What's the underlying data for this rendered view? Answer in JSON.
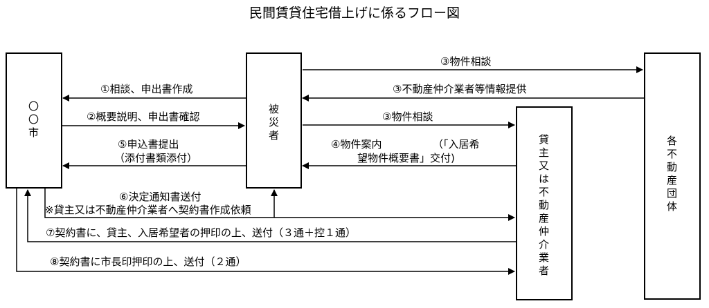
{
  "title": "民間賃貸住宅借上げに係るフロー図",
  "nodes": {
    "city": "〇〇市",
    "victim": "被災者",
    "landlord": "貸主又は不動産仲介業者",
    "realestate_org": "各不動産団体"
  },
  "edges": {
    "consult_apply": "①相談、申出書作成",
    "explain_confirm": "②概要説明、申出書確認",
    "property_consult_org": "③物件相談",
    "info_provision": "③不動産仲介業者等情報提供",
    "property_consult_landlord": "③物件相談",
    "property_guide_1": "④物件案内",
    "property_guide_2": "（「入居希",
    "property_guide_3": "望物件概要書」交付)",
    "application_submit_1": "⑤申込書提出",
    "application_submit_2": "（添付書類添付）",
    "decision_notice": "⑥決定通知書送付",
    "contract_request": "※貸主又は不動産仲介業者へ契約書作成依頼",
    "contract_seal": "⑦契約書に、貸主、入居希望者の押印の上、送付（３通＋控１通）",
    "contract_mayor_seal": "⑧契約書に市長印押印の上、送付（２通）"
  }
}
